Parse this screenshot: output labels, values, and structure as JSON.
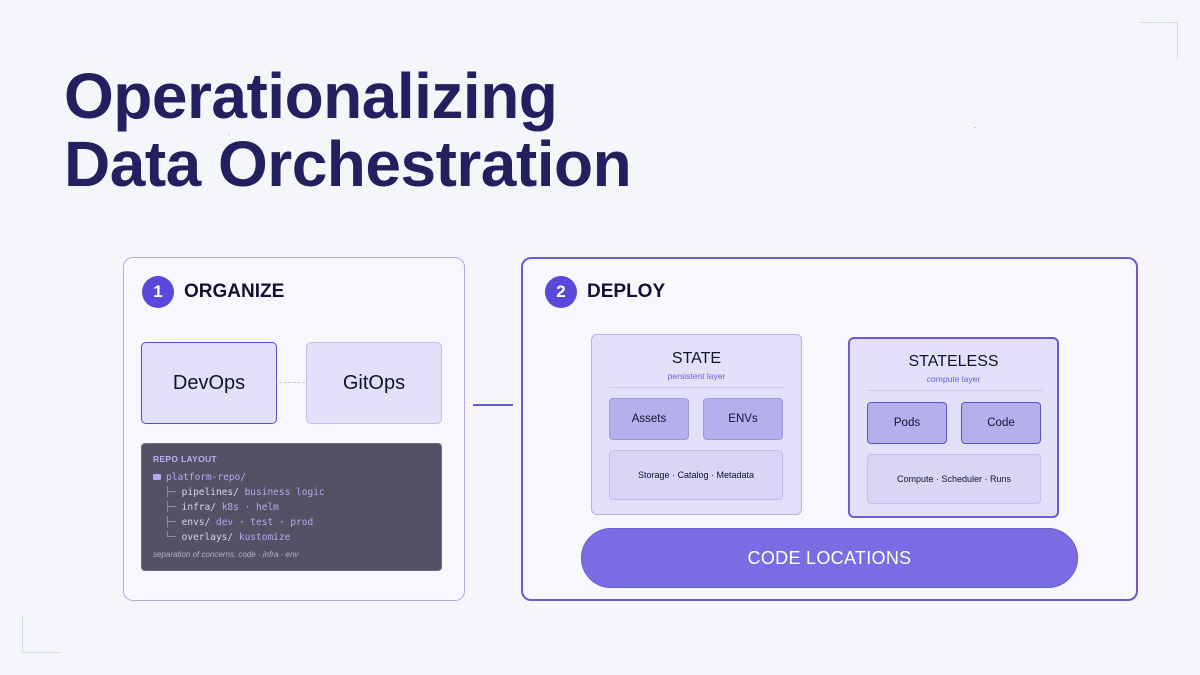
{
  "title": {
    "line1": "Operationalizing",
    "line2": "Data Orchestration"
  },
  "organize": {
    "step_number": "1",
    "step_label": "ORGANIZE",
    "devops_label": "DevOps",
    "gitops_label": "GitOps",
    "repo": {
      "title": "REPO LAYOUT",
      "root": "platform-repo/",
      "lines": [
        {
          "prefix": "├─ ",
          "path": "pipelines/",
          "desc": "business logic"
        },
        {
          "prefix": "├─ ",
          "path": "infra/",
          "desc": "k8s · helm"
        },
        {
          "prefix": "├─ ",
          "path": "envs/",
          "desc": "dev · test · prod"
        },
        {
          "prefix": "└─ ",
          "path": "overlays/",
          "desc": "kustomize"
        }
      ],
      "note": "separation of concerns: code · infra · env"
    }
  },
  "deploy": {
    "step_number": "2",
    "step_label": "DEPLOY",
    "state": {
      "title": "STATE",
      "subtitle": "persistent layer",
      "chip1": "Assets",
      "chip2": "ENVs",
      "wide": "Storage · Catalog · Metadata"
    },
    "stateless": {
      "title": "STATELESS",
      "subtitle": "compute layer",
      "chip1": "Pods",
      "chip2": "Code",
      "wide": "Compute · Scheduler · Runs"
    },
    "code_locations": "CODE LOCATIONS"
  },
  "colors": {
    "accent": "#5b48d8",
    "title": "#22205f",
    "pill": "#7a6de4",
    "repo_bg": "#545164"
  }
}
